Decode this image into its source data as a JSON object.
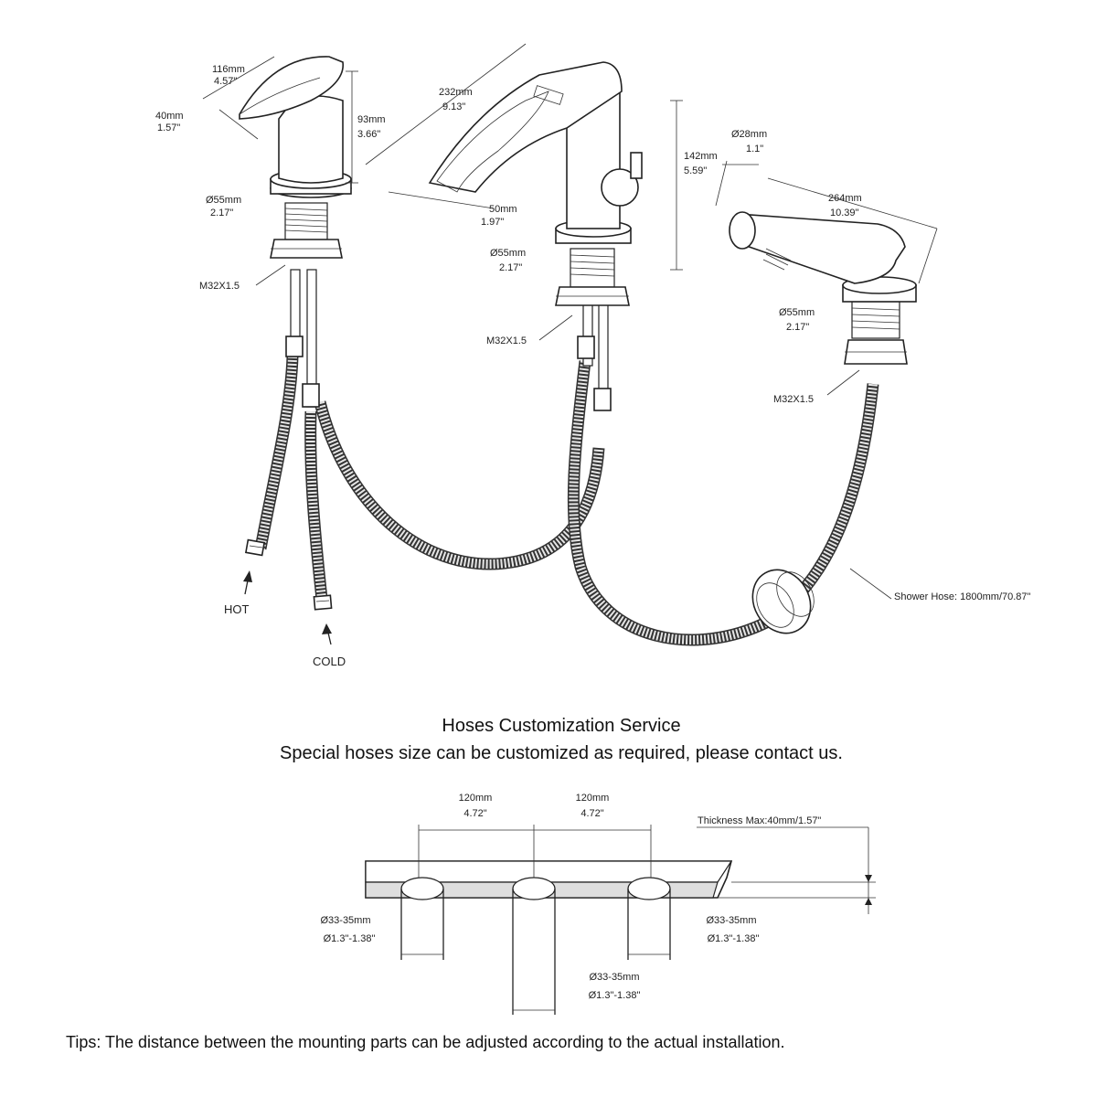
{
  "basin_faucet": {
    "dim_length_mm": "116mm",
    "dim_length_in": "4.57\"",
    "dim_width_mm": "40mm",
    "dim_width_in": "1.57\"",
    "dim_height_mm": "93mm",
    "dim_height_in": "3.66\"",
    "dim_base_mm": "Ø55mm",
    "dim_base_in": "2.17\"",
    "thread": "M32X1.5"
  },
  "spout": {
    "dim_length_mm": "232mm",
    "dim_length_in": "9.13\"",
    "dim_height_mm": "142mm",
    "dim_height_in": "5.59\"",
    "dim_outlet_mm": "50mm",
    "dim_outlet_in": "1.97\"",
    "dim_base_mm": "Ø55mm",
    "dim_base_in": "2.17\"",
    "thread": "M32X1.5"
  },
  "handheld": {
    "dim_diam_mm": "Ø28mm",
    "dim_diam_in": "1.1\"",
    "dim_length_mm": "264mm",
    "dim_length_in": "10.39\"",
    "dim_base_mm": "Ø55mm",
    "dim_base_in": "2.17\"",
    "thread": "M32X1.5"
  },
  "hoses": {
    "hot_label": "HOT",
    "cold_label": "COLD",
    "shower_hose_label": "Shower Hose: 1800mm/70.87\""
  },
  "service": {
    "title": "Hoses Customization Service",
    "subtitle": "Special hoses size can be customized as required, please contact us."
  },
  "mounting": {
    "spacing_left_mm": "120mm",
    "spacing_left_in": "4.72\"",
    "spacing_right_mm": "120mm",
    "spacing_right_in": "4.72\"",
    "thickness_label": "Thickness Max:40mm/1.57\"",
    "hole_left_mm": "Ø33-35mm",
    "hole_left_in": "Ø1.3\"-1.38\"",
    "hole_center_mm": "Ø33-35mm",
    "hole_center_in": "Ø1.3\"-1.38\"",
    "hole_right_mm": "Ø33-35mm",
    "hole_right_in": "Ø1.3\"-1.38\""
  },
  "tips": "Tips: The distance between the mounting parts can be adjusted according to the actual installation."
}
